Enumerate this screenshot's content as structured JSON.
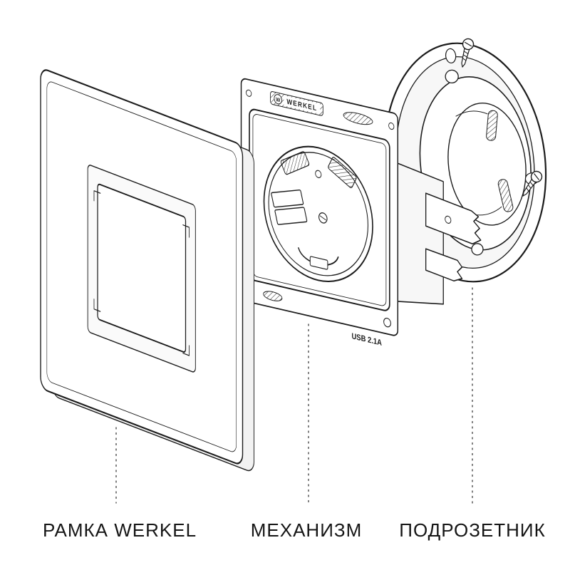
{
  "page": {
    "background": "#ffffff"
  },
  "diagram": {
    "type": "exploded-view",
    "parts": [
      {
        "id": "frame",
        "label": "РАМКА WERKEL"
      },
      {
        "id": "mechanism",
        "label": "МЕХАНИЗМ"
      },
      {
        "id": "mounting_box",
        "label": "ПОДРОЗЕТНИК"
      }
    ],
    "annotations": {
      "brand_initial": "W",
      "brand": "WERKEL",
      "usb_rating": "USB 2.1A"
    },
    "colors": {
      "line": "#1c1c1c",
      "label_text": "#151515",
      "background": "#ffffff"
    }
  }
}
